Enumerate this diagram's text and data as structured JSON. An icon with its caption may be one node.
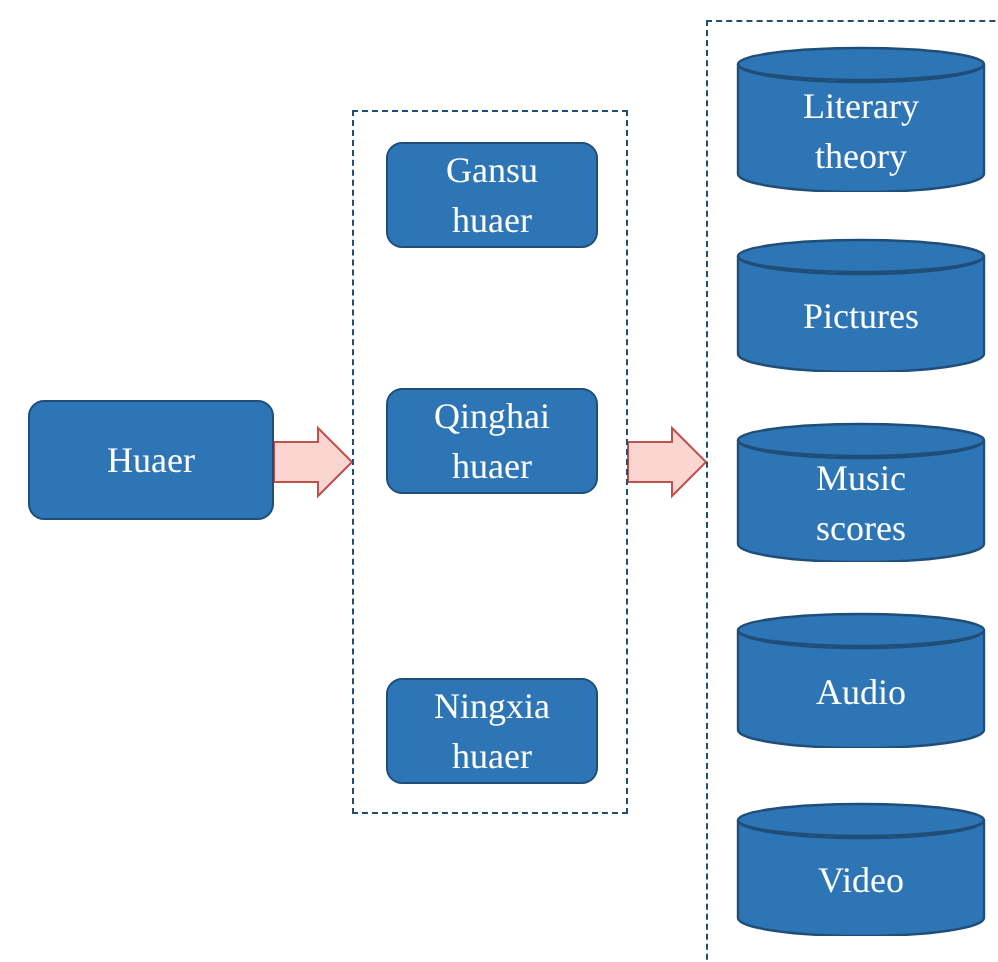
{
  "diagram": {
    "nodes": [
      {
        "text": [
          "Huaer"
        ]
      },
      {
        "text": [],
        "shape": "box"
      },
      {
        "text": [
          "Gansu huaer"
        ],
        "in": 1
      },
      {
        "text": [
          "Qinghai huaer"
        ],
        "in": 1
      },
      {
        "text": [
          "Ningxia huaer"
        ],
        "in": 1
      },
      {
        "text": [],
        "shape": "box"
      },
      {
        "text": [
          "Literary theory"
        ],
        "in": 5
      },
      {
        "text": [
          "Pictures"
        ],
        "in": 5
      },
      {
        "text": [
          "Music scores"
        ],
        "in": 5
      },
      {
        "text": [
          "Audio"
        ],
        "in": 5
      },
      {
        "text": [
          "Video"
        ],
        "in": 5
      }
    ],
    "edges": [
      {
        "from": 0,
        "to": 1,
        "arrow": "to",
        "style": "thick"
      },
      {
        "from": 1,
        "to": 5,
        "arrow": "to",
        "style": "thick"
      }
    ]
  }
}
